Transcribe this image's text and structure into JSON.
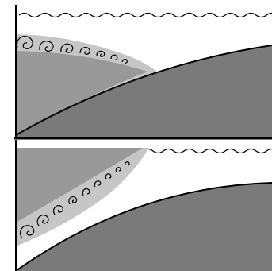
{
  "figure": {
    "panels": [
      {
        "label": "",
        "eddy_count": 7
      },
      {
        "label": "",
        "eddy_count": 9
      }
    ]
  },
  "colors": {
    "background": "#ffffff",
    "water": "#ffffff",
    "layer_dark": "#999999",
    "layer_light": "#c6c6c6",
    "terrain": "#7a7a7a",
    "outline": "#000000"
  },
  "icons": [
    "wavy-surface-line",
    "eddy-curl"
  ]
}
